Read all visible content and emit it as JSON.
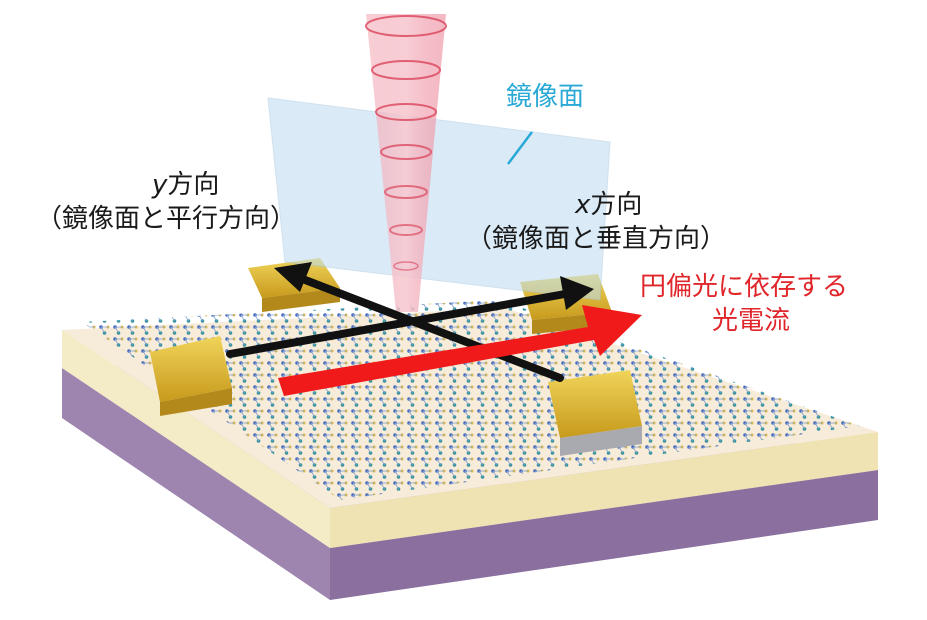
{
  "labels": {
    "mirror_plane": "鏡像面",
    "y_axis_var": "y",
    "y_axis_suffix": "方向",
    "y_axis_note": "（鏡像面と平行方向）",
    "x_axis_var": "x",
    "x_axis_suffix": "方向",
    "x_axis_note": "（鏡像面と垂直方向）",
    "photocurrent_line1": "円偏光に依存する",
    "photocurrent_line2": "光電流"
  },
  "colors": {
    "mirror_label": "#2aa9d6",
    "photocurrent": "#e0262a",
    "axis_arrows": "#111111",
    "substrate": "#a88fb6",
    "insulator": "#f4ecc6",
    "electrode": "#e6c23a"
  }
}
